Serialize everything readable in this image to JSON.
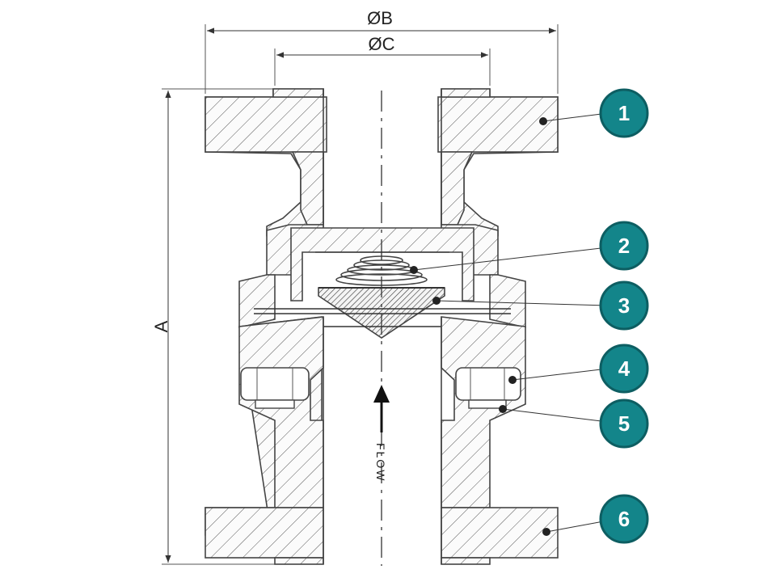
{
  "dimensions": {
    "dia_b": "ØB",
    "dia_c": "ØC",
    "length_a": "A"
  },
  "flow_label": "FLOW",
  "callouts": [
    {
      "label": "1"
    },
    {
      "label": "2"
    },
    {
      "label": "3"
    },
    {
      "label": "4"
    },
    {
      "label": "5"
    },
    {
      "label": "6"
    }
  ],
  "colors": {
    "callout_fill": "#13858a",
    "callout_stroke": "#0d5e62",
    "line": "#444444"
  }
}
